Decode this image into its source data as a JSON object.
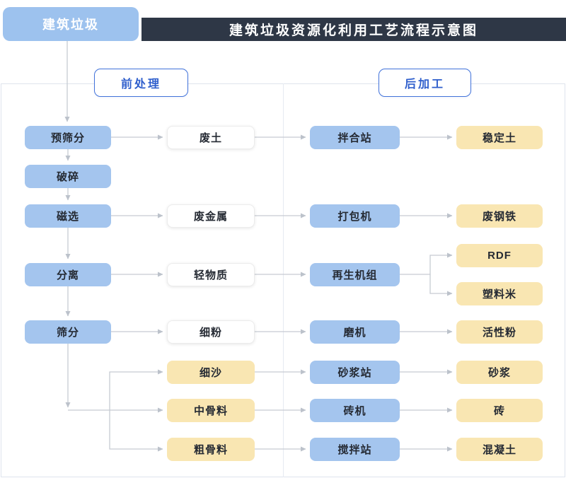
{
  "header": {
    "badge": "建筑垃圾",
    "title": "建筑垃圾资源化利用工艺流程示意图"
  },
  "sections": {
    "pre": "前处理",
    "post": "后加工"
  },
  "columns": {
    "process": [
      "预筛分",
      "破碎",
      "磁选",
      "分离",
      "筛分"
    ],
    "intermediate": [
      "废土",
      "废金属",
      "轻物质",
      "细粉",
      "细沙",
      "中骨料",
      "粗骨料"
    ],
    "equipment": [
      "拌合站",
      "打包机",
      "再生机组",
      "磨机",
      "砂浆站",
      "砖机",
      "搅拌站"
    ],
    "products": [
      "稳定土",
      "废钢铁",
      "RDF",
      "塑料米",
      "活性粉",
      "砂浆",
      "砖",
      "混凝土"
    ]
  },
  "colors": {
    "badge_bg": "#9dc2ee",
    "title_bar_bg": "#2e3746",
    "node_blue": "#a4c5ee",
    "node_yellow": "#f9e6b2",
    "node_white": "#ffffff",
    "section_border": "#4273da",
    "section_text": "#2e5ecc",
    "arrow": "#c6cbd2"
  }
}
